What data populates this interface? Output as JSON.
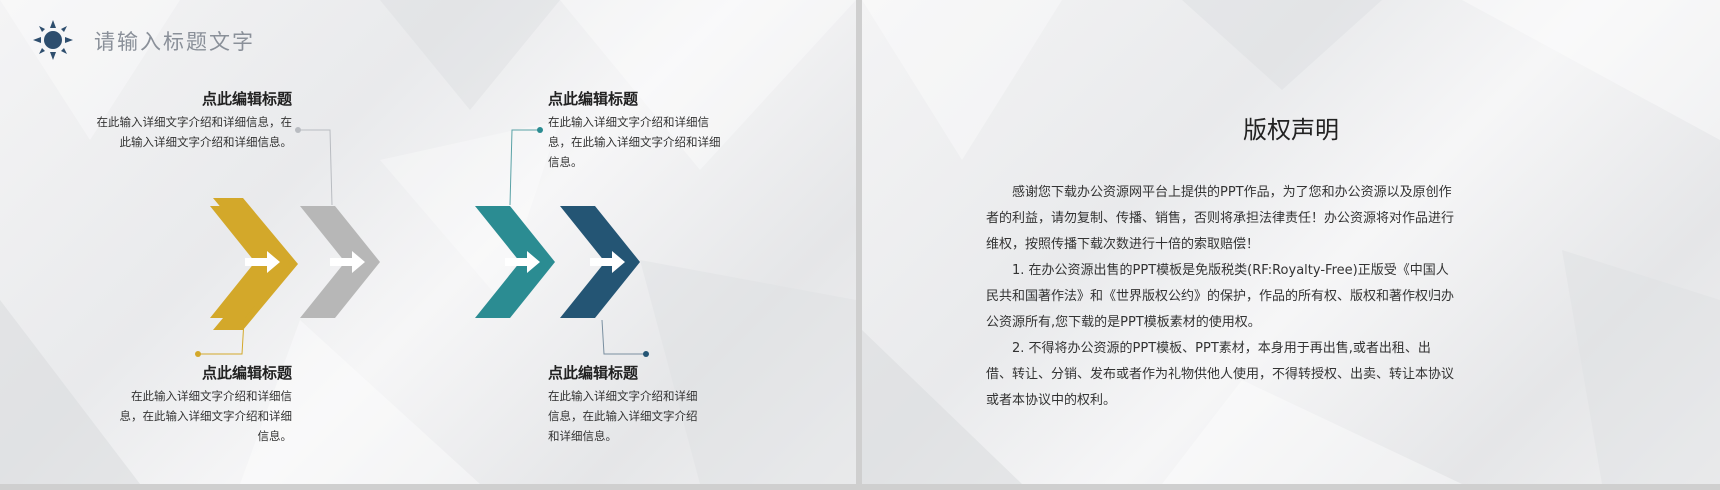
{
  "slide_left": {
    "title": "请输入标题文字",
    "blocks": [
      {
        "heading": "点此编辑标题",
        "text": "在此输入详细文字介绍和详细信息，在此输入详细文字介绍和详细信息。"
      },
      {
        "heading": "点此编辑标题",
        "text": "在此输入详细文字介绍和详细信息，在此输入详细文字介绍和详细信息。"
      },
      {
        "heading": "点此编辑标题",
        "text": "在此输入详细文字介绍和详细信息，在此输入详细文字介绍和详细信息。"
      },
      {
        "heading": "点此编辑标题",
        "text": "在此输入详细文字介绍和详细信息，在此输入详细文字介绍和详细信息。"
      }
    ],
    "colors": {
      "yellow": "#d3a82a",
      "gray": "#b7b7b7",
      "teal": "#2b8c92",
      "navy": "#245574",
      "logo": "#2e4e6e"
    }
  },
  "slide_right": {
    "title": "版权声明",
    "paragraphs": [
      "感谢您下载办公资源网平台上提供的PPT作品，为了您和办公资源以及原创作者的利益，请勿复制、传播、销售，否则将承担法律责任！办公资源将对作品进行维权，按照传播下载次数进行十倍的索取赔偿！",
      "1. 在办公资源出售的PPT模板是免版税类(RF:Royalty-Free)正版受《中国人民共和国著作法》和《世界版权公约》的保护，作品的所有权、版权和著作权归办公资源所有,您下载的是PPT模板素材的使用权。",
      "2. 不得将办公资源的PPT模板、PPT素材，本身用于再出售,或者出租、出借、转让、分销、发布或者作为礼物供他人使用，不得转授权、出卖、转让本协议或者本协议中的权利。"
    ]
  }
}
